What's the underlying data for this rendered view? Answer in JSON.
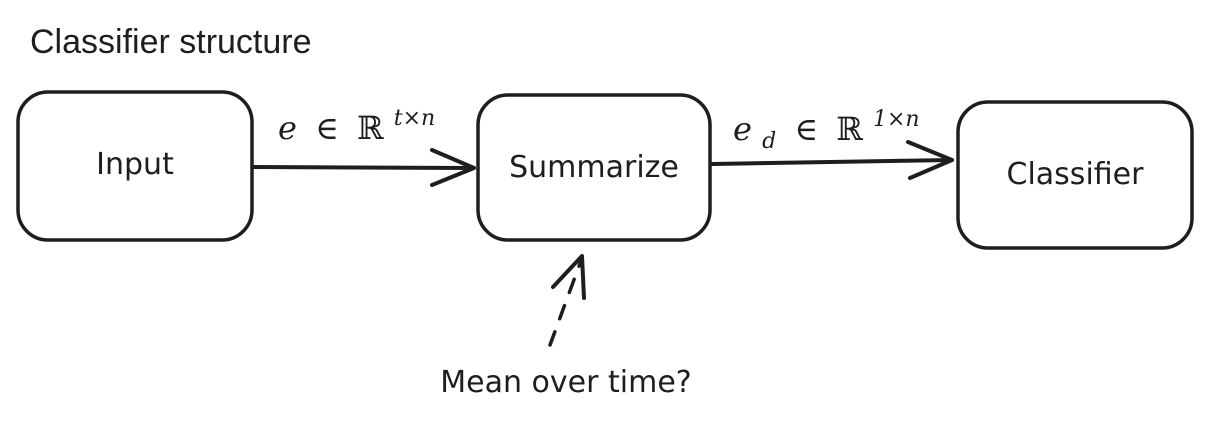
{
  "title": "Classifier structure",
  "nodes": {
    "input": "Input",
    "summarize": "Summarize",
    "classifier": "Classifier"
  },
  "edges": {
    "input_to_summarize": {
      "base": "e",
      "member": "∈",
      "set": "ℝ",
      "exponent": "t×n"
    },
    "summarize_to_classifier": {
      "base": "e",
      "subscript": "d",
      "member": "∈",
      "set": "ℝ",
      "exponent": "1×n"
    }
  },
  "note": "Mean over time?"
}
